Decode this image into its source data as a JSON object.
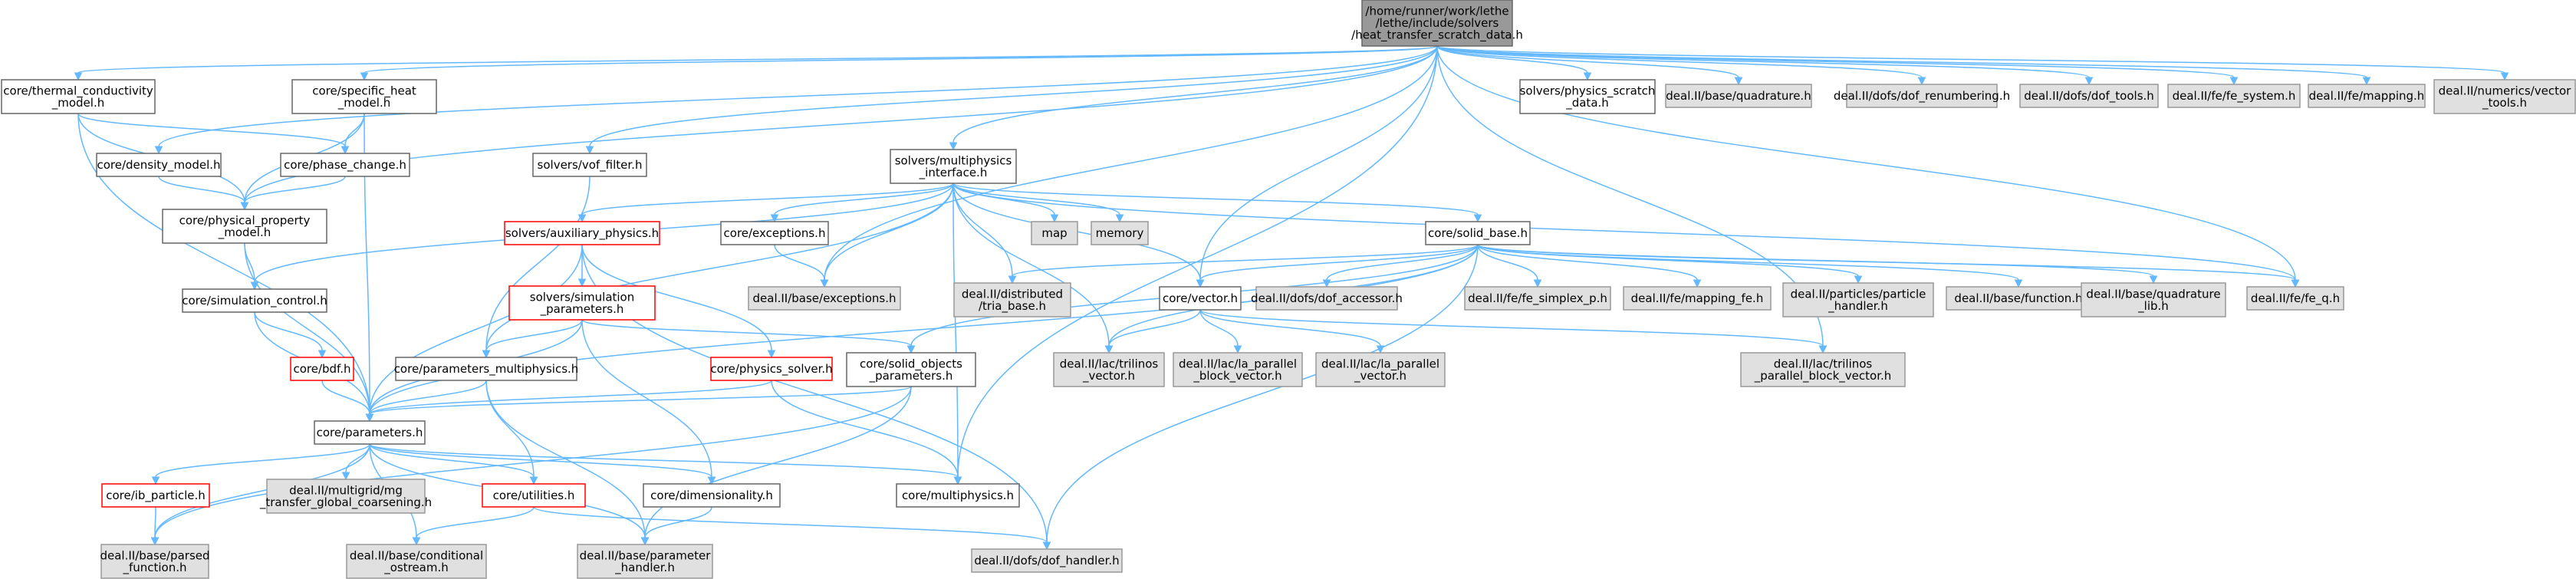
{
  "graph_title": "",
  "colors": {
    "edge": "#63b8ff",
    "root_fill": "#999999",
    "root_border": "#666666",
    "local_fill": "#ffffff",
    "local_border": "#666666",
    "incomplete_border": "#ff0000",
    "external_fill": "#e0e0e0",
    "external_border": "#999999"
  },
  "nodes": [
    {
      "id": "root",
      "lines": [
        "/home/runner/work/lethe",
        "/lethe/include/solvers",
        "/heat_transfer_scratch_data.h"
      ],
      "kind": "root"
    },
    {
      "id": "thermal",
      "lines": [
        "core/thermal_conductivity",
        "_model.h"
      ],
      "kind": "local"
    },
    {
      "id": "density",
      "lines": [
        "core/density_model.h"
      ],
      "kind": "local"
    },
    {
      "id": "specific",
      "lines": [
        "core/specific_heat",
        "_model.h"
      ],
      "kind": "local"
    },
    {
      "id": "phase",
      "lines": [
        "core/phase_change.h"
      ],
      "kind": "local"
    },
    {
      "id": "physprop",
      "lines": [
        "core/physical_property",
        "_model.h"
      ],
      "kind": "local"
    },
    {
      "id": "vof",
      "lines": [
        "solvers/vof_filter.h"
      ],
      "kind": "local"
    },
    {
      "id": "multiiface",
      "lines": [
        "solvers/multiphysics",
        "_interface.h"
      ],
      "kind": "local"
    },
    {
      "id": "physscratch",
      "lines": [
        "solvers/physics_scratch",
        "_data.h"
      ],
      "kind": "local"
    },
    {
      "id": "quadrature",
      "lines": [
        "deal.II/base/quadrature.h"
      ],
      "kind": "external"
    },
    {
      "id": "dofrenum",
      "lines": [
        "deal.II/dofs/dof_renumbering.h"
      ],
      "kind": "external"
    },
    {
      "id": "doftools",
      "lines": [
        "deal.II/dofs/dof_tools.h"
      ],
      "kind": "external"
    },
    {
      "id": "fesystem",
      "lines": [
        "deal.II/fe/fe_system.h"
      ],
      "kind": "external"
    },
    {
      "id": "mapping",
      "lines": [
        "deal.II/fe/mapping.h"
      ],
      "kind": "external"
    },
    {
      "id": "vectortools",
      "lines": [
        "deal.II/numerics/vector",
        "_tools.h"
      ],
      "kind": "external"
    },
    {
      "id": "auxphys",
      "lines": [
        "solvers/auxiliary_physics.h"
      ],
      "kind": "incomplete"
    },
    {
      "id": "exceptions",
      "lines": [
        "core/exceptions.h"
      ],
      "kind": "local"
    },
    {
      "id": "map",
      "lines": [
        "map"
      ],
      "kind": "external"
    },
    {
      "id": "memory",
      "lines": [
        "memory"
      ],
      "kind": "external"
    },
    {
      "id": "solidbase",
      "lines": [
        "core/solid_base.h"
      ],
      "kind": "local"
    },
    {
      "id": "simcontrol",
      "lines": [
        "core/simulation_control.h"
      ],
      "kind": "local"
    },
    {
      "id": "simparams",
      "lines": [
        "solvers/simulation",
        "_parameters.h"
      ],
      "kind": "incomplete"
    },
    {
      "id": "baseexc",
      "lines": [
        "deal.II/base/exceptions.h"
      ],
      "kind": "external"
    },
    {
      "id": "triabase",
      "lines": [
        "deal.II/distributed",
        "/tria_base.h"
      ],
      "kind": "external"
    },
    {
      "id": "corevector",
      "lines": [
        "core/vector.h"
      ],
      "kind": "local"
    },
    {
      "id": "dofaccessor",
      "lines": [
        "deal.II/dofs/dof_accessor.h"
      ],
      "kind": "external"
    },
    {
      "id": "fesimplex",
      "lines": [
        "deal.II/fe/fe_simplex_p.h"
      ],
      "kind": "external"
    },
    {
      "id": "mappingfe",
      "lines": [
        "deal.II/fe/mapping_fe.h"
      ],
      "kind": "external"
    },
    {
      "id": "partihandler",
      "lines": [
        "deal.II/particles/particle",
        "_handler.h"
      ],
      "kind": "external"
    },
    {
      "id": "function",
      "lines": [
        "deal.II/base/function.h"
      ],
      "kind": "external"
    },
    {
      "id": "quadlib",
      "lines": [
        "deal.II/base/quadrature",
        "_lib.h"
      ],
      "kind": "external"
    },
    {
      "id": "feq",
      "lines": [
        "deal.II/fe/fe_q.h"
      ],
      "kind": "external"
    },
    {
      "id": "bdf",
      "lines": [
        "core/bdf.h"
      ],
      "kind": "incomplete"
    },
    {
      "id": "parammulti",
      "lines": [
        "core/parameters_multiphysics.h"
      ],
      "kind": "local"
    },
    {
      "id": "physsolver",
      "lines": [
        "core/physics_solver.h"
      ],
      "kind": "incomplete"
    },
    {
      "id": "solidobj",
      "lines": [
        "core/solid_objects",
        "_parameters.h"
      ],
      "kind": "local"
    },
    {
      "id": "trilvec",
      "lines": [
        "deal.II/lac/trilinos",
        "_vector.h"
      ],
      "kind": "external"
    },
    {
      "id": "lapblock",
      "lines": [
        "deal.II/lac/la_parallel",
        "_block_vector.h"
      ],
      "kind": "external"
    },
    {
      "id": "lapvec",
      "lines": [
        "deal.II/lac/la_parallel",
        "_vector.h"
      ],
      "kind": "external"
    },
    {
      "id": "trilblock",
      "lines": [
        "deal.II/lac/trilinos",
        "_parallel_block_vector.h"
      ],
      "kind": "external"
    },
    {
      "id": "params",
      "lines": [
        "core/parameters.h"
      ],
      "kind": "local"
    },
    {
      "id": "ibparticle",
      "lines": [
        "core/ib_particle.h"
      ],
      "kind": "incomplete"
    },
    {
      "id": "mgtransfer",
      "lines": [
        "deal.II/multigrid/mg",
        "_transfer_global_coarsening.h"
      ],
      "kind": "external"
    },
    {
      "id": "utilities",
      "lines": [
        "core/utilities.h"
      ],
      "kind": "incomplete"
    },
    {
      "id": "dimensionality",
      "lines": [
        "core/dimensionality.h"
      ],
      "kind": "local"
    },
    {
      "id": "multiphysics",
      "lines": [
        "core/multiphysics.h"
      ],
      "kind": "local"
    },
    {
      "id": "parsedfn",
      "lines": [
        "deal.II/base/parsed",
        "_function.h"
      ],
      "kind": "external"
    },
    {
      "id": "condostream",
      "lines": [
        "deal.II/base/conditional",
        "_ostream.h"
      ],
      "kind": "external"
    },
    {
      "id": "paramhandler",
      "lines": [
        "deal.II/base/parameter",
        "_handler.h"
      ],
      "kind": "external"
    },
    {
      "id": "dofhandler",
      "lines": [
        "deal.II/dofs/dof_handler.h"
      ],
      "kind": "external"
    }
  ],
  "edges": [
    [
      "root",
      "thermal"
    ],
    [
      "root",
      "density"
    ],
    [
      "root",
      "specific"
    ],
    [
      "root",
      "physprop"
    ],
    [
      "root",
      "vof"
    ],
    [
      "root",
      "multiiface"
    ],
    [
      "root",
      "physscratch"
    ],
    [
      "root",
      "quadrature"
    ],
    [
      "root",
      "dofrenum"
    ],
    [
      "root",
      "doftools"
    ],
    [
      "root",
      "fesystem"
    ],
    [
      "root",
      "mapping"
    ],
    [
      "root",
      "vectortools"
    ],
    [
      "root",
      "baseexc"
    ],
    [
      "root",
      "corevector"
    ],
    [
      "root",
      "feq"
    ],
    [
      "root",
      "trilblock"
    ],
    [
      "root",
      "multiphysics"
    ],
    [
      "thermal",
      "phase"
    ],
    [
      "thermal",
      "physprop"
    ],
    [
      "thermal",
      "params"
    ],
    [
      "density",
      "physprop"
    ],
    [
      "specific",
      "phase"
    ],
    [
      "specific",
      "physprop"
    ],
    [
      "specific",
      "params"
    ],
    [
      "phase",
      "physprop"
    ],
    [
      "physprop",
      "simcontrol"
    ],
    [
      "physprop",
      "params"
    ],
    [
      "vof",
      "parammulti"
    ],
    [
      "multiiface",
      "auxphys"
    ],
    [
      "multiiface",
      "exceptions"
    ],
    [
      "multiiface",
      "map"
    ],
    [
      "multiiface",
      "memory"
    ],
    [
      "multiiface",
      "solidbase"
    ],
    [
      "multiiface",
      "simcontrol"
    ],
    [
      "multiiface",
      "baseexc"
    ],
    [
      "multiiface",
      "triabase"
    ],
    [
      "multiiface",
      "corevector"
    ],
    [
      "multiiface",
      "parammulti"
    ],
    [
      "multiiface",
      "trilvec"
    ],
    [
      "multiiface",
      "feq"
    ],
    [
      "multiiface",
      "multiphysics"
    ],
    [
      "auxphys",
      "simparams"
    ],
    [
      "auxphys",
      "physsolver"
    ],
    [
      "auxphys",
      "params"
    ],
    [
      "auxphys",
      "dofhandler"
    ],
    [
      "exceptions",
      "baseexc"
    ],
    [
      "solidbase",
      "triabase"
    ],
    [
      "solidbase",
      "corevector"
    ],
    [
      "solidbase",
      "dofaccessor"
    ],
    [
      "solidbase",
      "fesimplex"
    ],
    [
      "solidbase",
      "mappingfe"
    ],
    [
      "solidbase",
      "partihandler"
    ],
    [
      "solidbase",
      "function"
    ],
    [
      "solidbase",
      "quadlib"
    ],
    [
      "solidbase",
      "feq"
    ],
    [
      "solidbase",
      "solidobj"
    ],
    [
      "solidbase",
      "trilvec"
    ],
    [
      "solidbase",
      "params"
    ],
    [
      "solidbase",
      "dofhandler"
    ],
    [
      "simcontrol",
      "bdf"
    ],
    [
      "simcontrol",
      "params"
    ],
    [
      "simparams",
      "parammulti"
    ],
    [
      "simparams",
      "solidobj"
    ],
    [
      "simparams",
      "params"
    ],
    [
      "simparams",
      "dimensionality"
    ],
    [
      "corevector",
      "trilvec"
    ],
    [
      "corevector",
      "lapblock"
    ],
    [
      "corevector",
      "lapvec"
    ],
    [
      "corevector",
      "trilblock"
    ],
    [
      "bdf",
      "params"
    ],
    [
      "parammulti",
      "params"
    ],
    [
      "parammulti",
      "utilities"
    ],
    [
      "parammulti",
      "paramhandler"
    ],
    [
      "physsolver",
      "params"
    ],
    [
      "physsolver",
      "multiphysics"
    ],
    [
      "solidobj",
      "params"
    ],
    [
      "solidobj",
      "parsedfn"
    ],
    [
      "solidobj",
      "paramhandler"
    ],
    [
      "params",
      "ibparticle"
    ],
    [
      "params",
      "mgtransfer"
    ],
    [
      "params",
      "utilities"
    ],
    [
      "params",
      "dimensionality"
    ],
    [
      "params",
      "multiphysics"
    ],
    [
      "params",
      "parsedfn"
    ],
    [
      "params",
      "condostream"
    ],
    [
      "params",
      "paramhandler"
    ],
    [
      "ibparticle",
      "parsedfn"
    ],
    [
      "utilities",
      "condostream"
    ],
    [
      "utilities",
      "dofhandler"
    ],
    [
      "dimensionality",
      "paramhandler"
    ]
  ]
}
